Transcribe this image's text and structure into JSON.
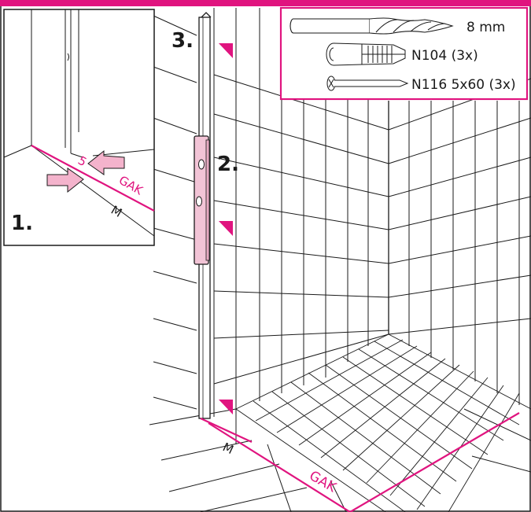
{
  "steps": {
    "step1": "1.",
    "step2": "2.",
    "step3": "3."
  },
  "inset": {
    "gap_value": "5",
    "gak_label": "GAK",
    "m_label": "M"
  },
  "floor": {
    "m_label": "M",
    "gak_label": "GAK"
  },
  "parts": {
    "drill_label": "8 mm",
    "dowel_label": "N104 (3x)",
    "screw_label": "N116 5x60 (3x)"
  },
  "colors": {
    "accent": "#e0147f",
    "level_fill": "#f2c4d6",
    "arrow_fill": "#f4b3cc",
    "line": "#1a1a1a"
  },
  "icons": [
    "drill-bit-icon",
    "wall-dowel-icon",
    "screw-icon",
    "spirit-level-icon",
    "marker-triangle-icon",
    "push-arrow-icon"
  ]
}
